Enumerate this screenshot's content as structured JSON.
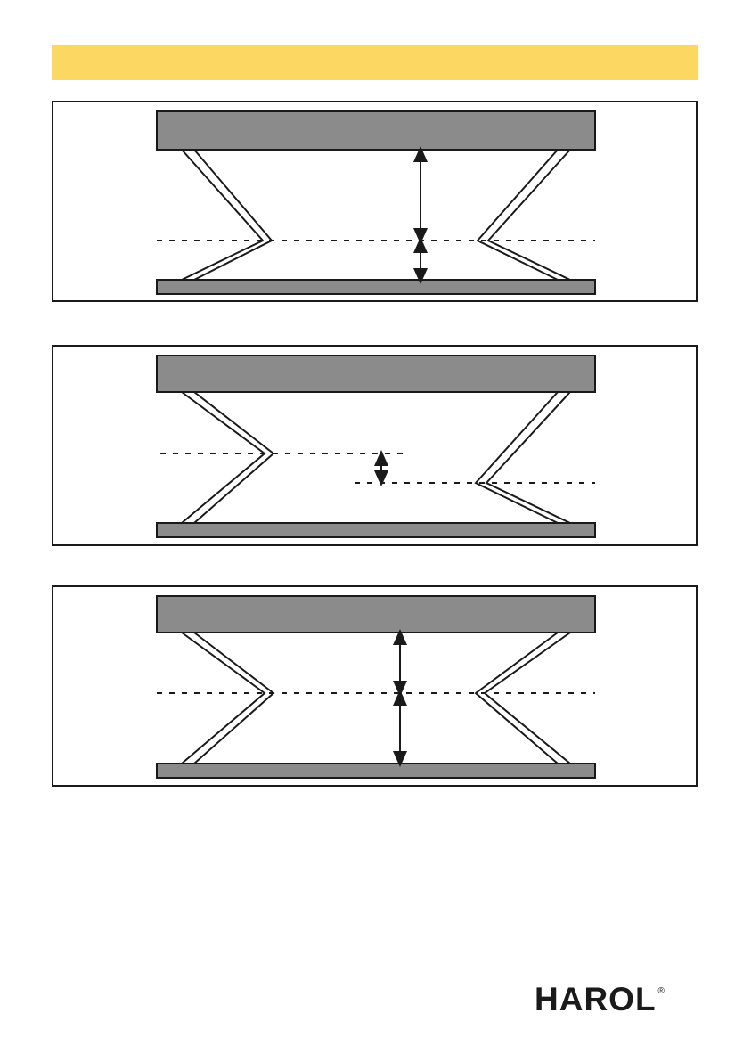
{
  "banner": {
    "text": "",
    "color": "#fcd862"
  },
  "diagrams": [
    {
      "name": "equal-compression",
      "arrows": 2
    },
    {
      "name": "lateral-offset",
      "arrows": 1
    },
    {
      "name": "equal-extension",
      "arrows": 2
    }
  ],
  "colors": {
    "plate": "#8c8b8b",
    "stroke": "#1a1a1a"
  },
  "logo": {
    "text": "HAROL",
    "mark": "®"
  }
}
